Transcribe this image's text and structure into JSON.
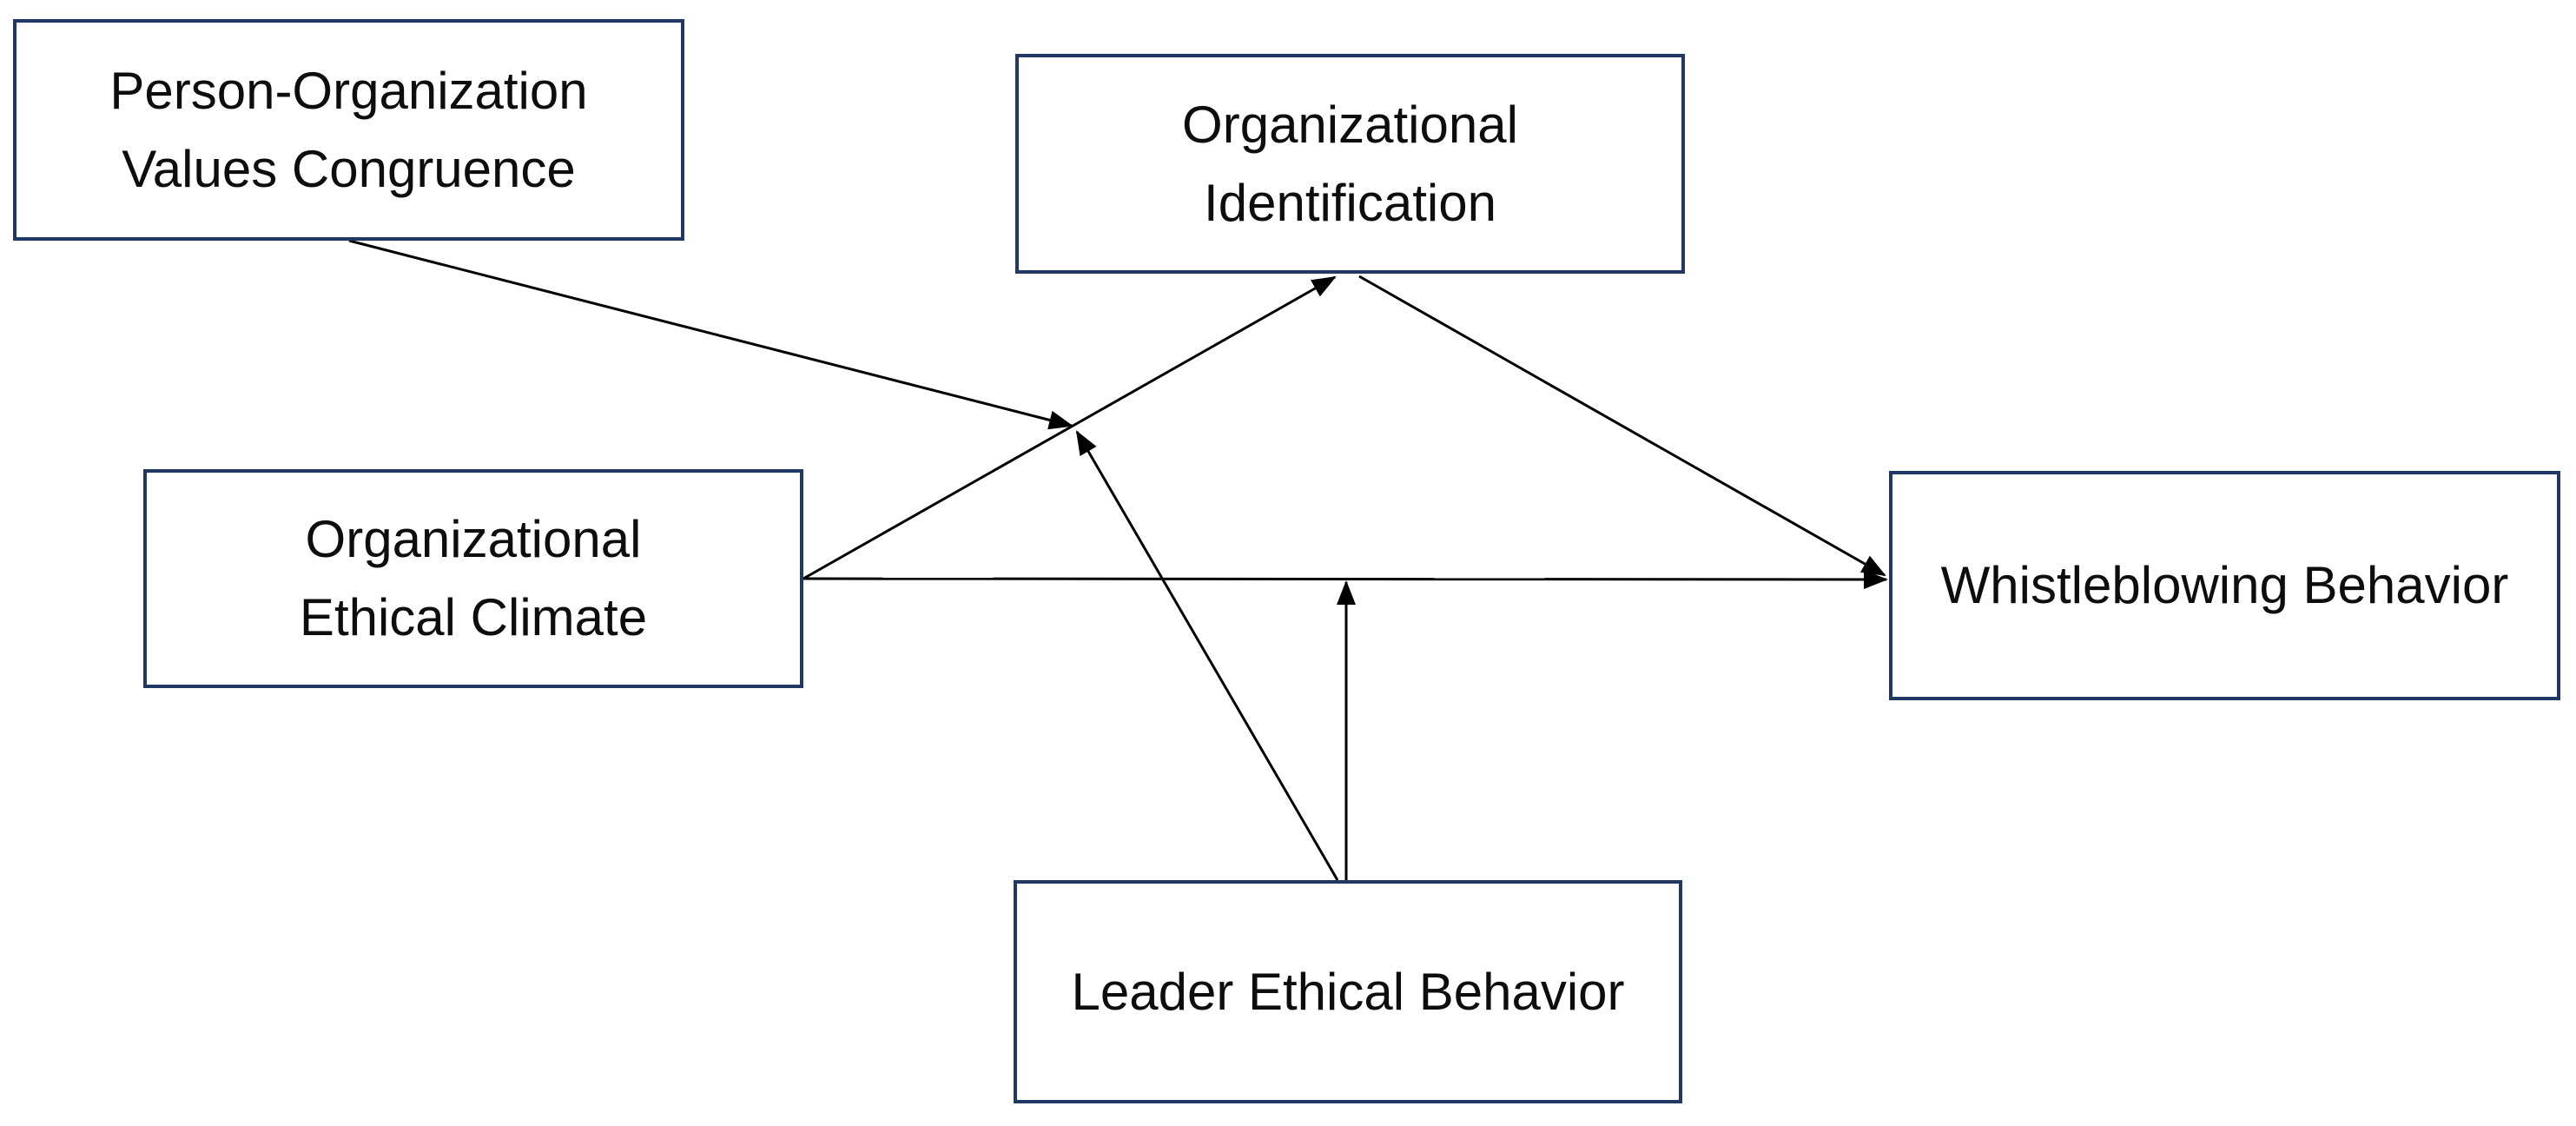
{
  "diagram": {
    "background_color": "#ffffff",
    "box_border_color": "#1f3864",
    "arrow_color": "#000000",
    "text_color": "#0d0d0d"
  },
  "nodes": {
    "povc": {
      "label": "Person-Organization Values Congruence",
      "lines": [
        "Person-Organization",
        "Values Congruence"
      ]
    },
    "oi": {
      "label": "Organizational Identification",
      "lines": [
        "Organizational",
        "Identification"
      ]
    },
    "oec": {
      "label": "Organizational Ethical Climate",
      "lines": [
        "Organizational",
        "Ethical Climate"
      ]
    },
    "wb": {
      "label": "Whistleblowing Behavior",
      "lines": [
        "Whistleblowing Behavior"
      ]
    },
    "leb": {
      "label": "Leader Ethical Behavior",
      "lines": [
        "Leader Ethical Behavior"
      ]
    }
  },
  "edges": [
    {
      "from": "Organizational Ethical Climate",
      "to": "Organizational Identification",
      "type": "direct-arrow"
    },
    {
      "from": "Organizational Identification",
      "to": "Whistleblowing Behavior",
      "type": "direct-arrow"
    },
    {
      "from": "Organizational Ethical Climate",
      "to": "Whistleblowing Behavior",
      "type": "direct-arrow"
    },
    {
      "from": "Person-Organization Values Congruence",
      "to": "path: Organizational Ethical Climate to Organizational Identification",
      "type": "moderation-arrow"
    },
    {
      "from": "Leader Ethical Behavior",
      "to": "path: Organizational Ethical Climate to Organizational Identification",
      "type": "moderation-arrow"
    },
    {
      "from": "Leader Ethical Behavior",
      "to": "path: Organizational Ethical Climate to Whistleblowing Behavior",
      "type": "moderation-arrow"
    }
  ]
}
